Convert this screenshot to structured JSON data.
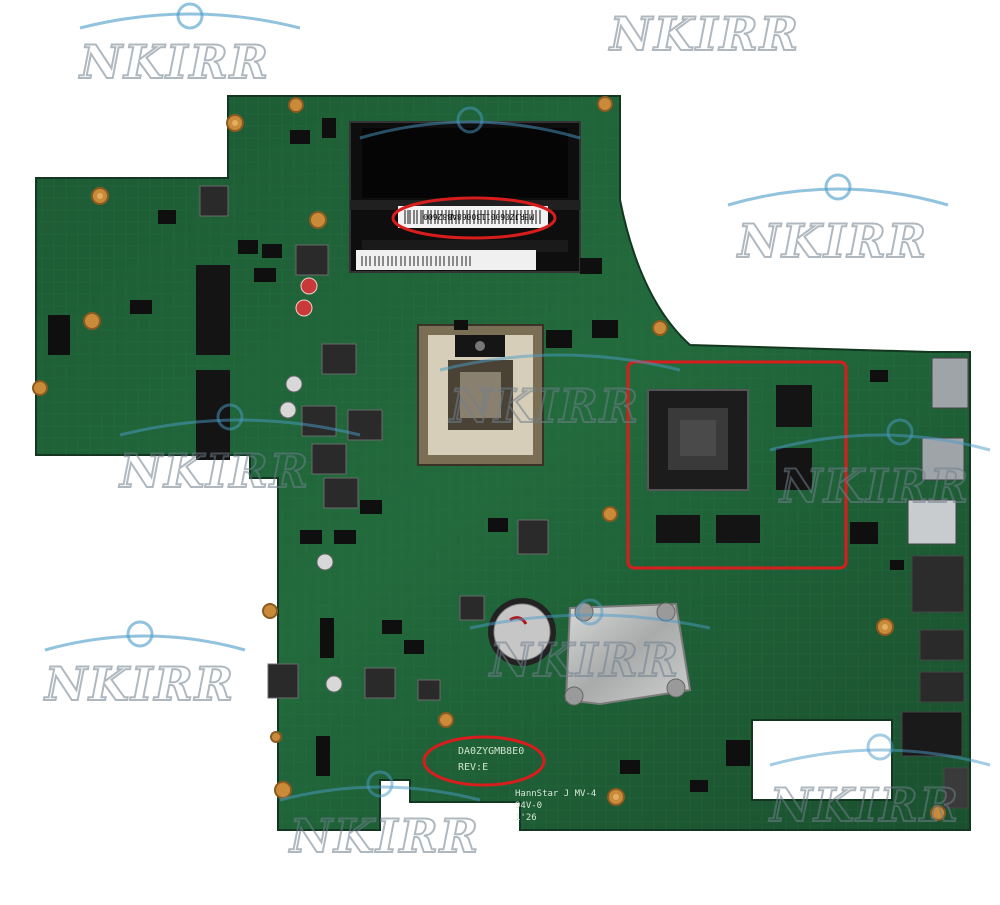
{
  "watermark": {
    "text": "NKIRR"
  },
  "labels": {
    "serial": "MBRJZ06001130068AB82600",
    "board_code": "DA0ZYGMB8E0",
    "revision": "REV:E",
    "maker": "HannStar J   MV-4",
    "rating": "94V-0",
    "date_code": "1'26"
  },
  "highlights": [
    "serial-label",
    "gpu-region",
    "board-code"
  ]
}
